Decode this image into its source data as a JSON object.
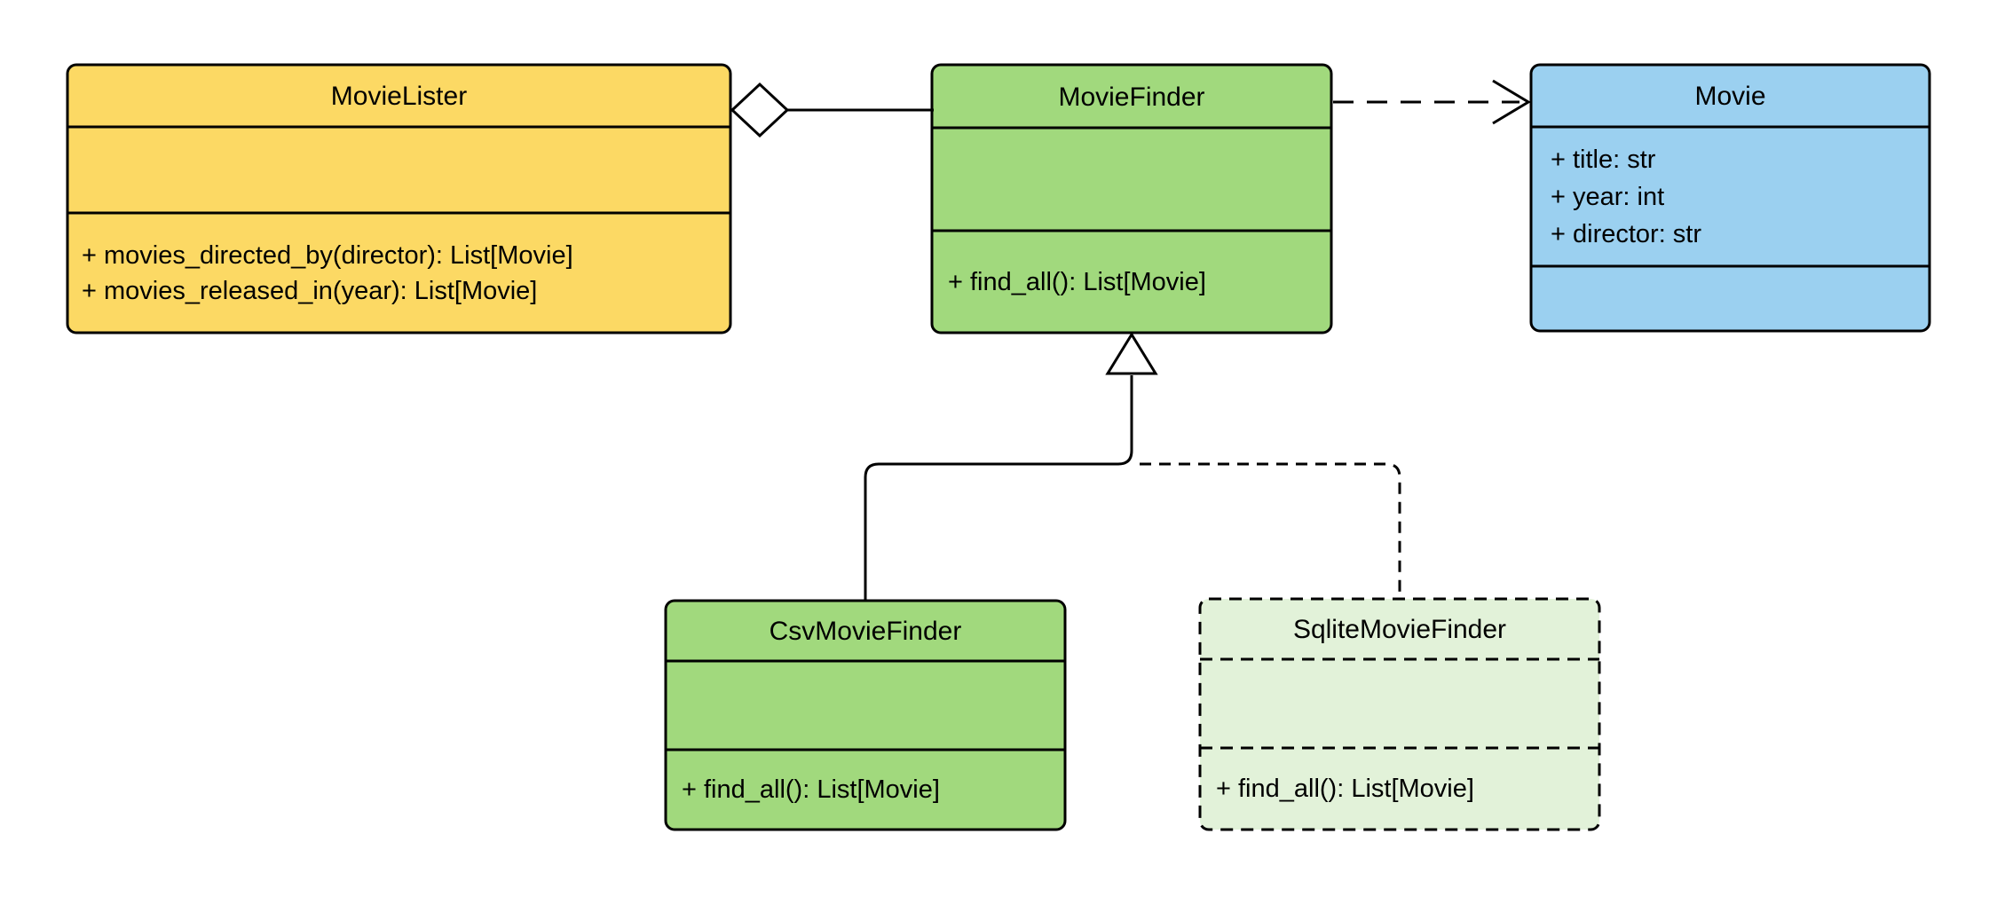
{
  "diagram": {
    "type": "uml-class-diagram",
    "classes": {
      "movie_lister": {
        "name": "MovieLister",
        "attributes": [],
        "methods": [
          "+ movies_directed_by(director): List[Movie]",
          "+ movies_released_in(year): List[Movie]"
        ],
        "fill": "#FCD964",
        "border_style": "solid"
      },
      "movie_finder": {
        "name": "MovieFinder",
        "attributes": [],
        "methods": [
          "+ find_all(): List[Movie]"
        ],
        "fill": "#A1D97D",
        "border_style": "solid"
      },
      "movie": {
        "name": "Movie",
        "attributes": [
          "+ title: str",
          "+ year: int",
          "+ director: str"
        ],
        "methods": [],
        "fill": "#9BD0F0",
        "border_style": "solid"
      },
      "csv_movie_finder": {
        "name": "CsvMovieFinder",
        "attributes": [],
        "methods": [
          "+ find_all(): List[Movie]"
        ],
        "fill": "#A1D97D",
        "border_style": "solid"
      },
      "sqlite_movie_finder": {
        "name": "SqliteMovieFinder",
        "attributes": [],
        "methods": [
          "+ find_all(): List[Movie]"
        ],
        "fill": "#E2F2D9",
        "border_style": "dashed"
      }
    },
    "relationships": [
      {
        "from": "MovieLister",
        "to": "MovieFinder",
        "type": "aggregation",
        "line": "solid",
        "marker": "hollow-diamond-at-source"
      },
      {
        "from": "MovieFinder",
        "to": "Movie",
        "type": "dependency",
        "line": "dashed",
        "marker": "open-arrow-at-target"
      },
      {
        "from": "CsvMovieFinder",
        "to": "MovieFinder",
        "type": "generalization",
        "line": "solid",
        "marker": "hollow-triangle-at-target"
      },
      {
        "from": "SqliteMovieFinder",
        "to": "MovieFinder",
        "type": "generalization",
        "line": "dashed",
        "marker": "hollow-triangle-at-target"
      }
    ],
    "colors": {
      "background": "#FFFFFF",
      "stroke": "#000000",
      "text": "#000000",
      "marker_fill": "#FFFFFF",
      "movie_lister_fill": "#FCD964",
      "movie_finder_fill": "#A1D97D",
      "movie_fill": "#9BD0F0",
      "csv_movie_finder_fill": "#A1D97D",
      "sqlite_movie_finder_fill": "#E2F2D9"
    }
  }
}
